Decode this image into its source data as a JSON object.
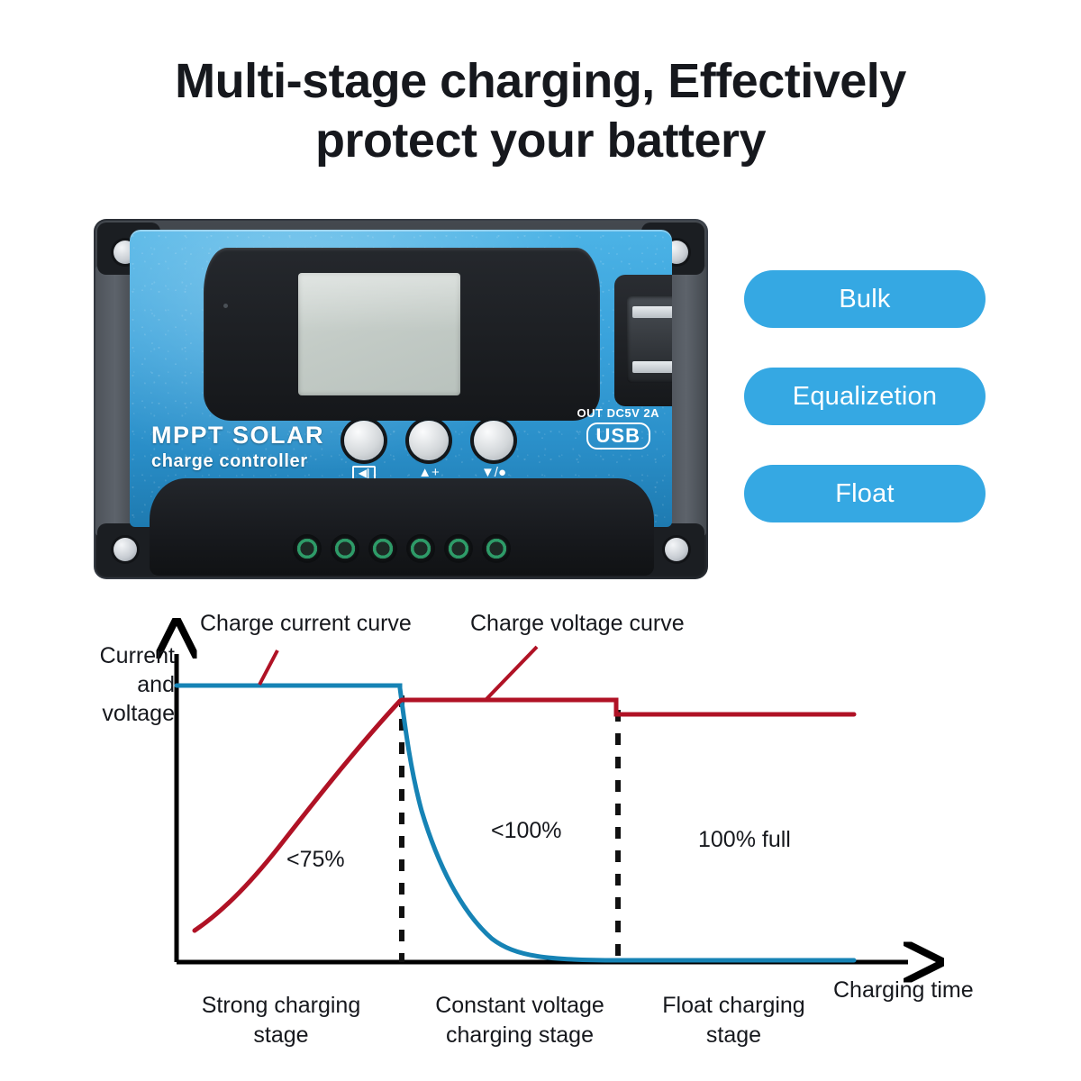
{
  "title": {
    "line1": "Multi-stage charging, Effectively",
    "line2": "protect your battery"
  },
  "product": {
    "brand_line1": "MPPT SOLAR",
    "brand_line2": "charge controller",
    "usb_rating": "OUT DC5V 2A",
    "usb_logo": "USB",
    "buttons": [
      {
        "name": "mode-button",
        "symbol": "▶|"
      },
      {
        "name": "up-button",
        "symbol": "▲₊"
      },
      {
        "name": "down-button",
        "symbol": "▼/①"
      }
    ],
    "led_count": 6
  },
  "stage_pills": {
    "color": "#35a8e3",
    "items": [
      {
        "label": "Bulk"
      },
      {
        "label": "Equalizetion"
      },
      {
        "label": "Float"
      }
    ]
  },
  "chart_data": {
    "type": "line",
    "title": "",
    "xlabel": "Charging time",
    "ylabel": "Current and voltage",
    "ylabel_lines": [
      "Current",
      "and",
      "voltage"
    ],
    "grid": false,
    "legend_position": "above-plot",
    "colors": {
      "current": "#1683b5",
      "voltage": "#b01225",
      "axis": "#000000",
      "divider": "#111111"
    },
    "series": [
      {
        "name": "Charge current curve",
        "color": "#1683b5",
        "description": "Constant high current during bulk stage, exponential decay through constant-voltage stage, flat low value during float stage",
        "points": [
          {
            "x": 0.0,
            "y": 0.88
          },
          {
            "x": 0.31,
            "y": 0.88
          },
          {
            "x": 0.32,
            "y": 0.82
          },
          {
            "x": 0.36,
            "y": 0.6
          },
          {
            "x": 0.44,
            "y": 0.4
          },
          {
            "x": 0.55,
            "y": 0.24
          },
          {
            "x": 0.68,
            "y": 0.12
          },
          {
            "x": 0.78,
            "y": 0.06
          },
          {
            "x": 0.86,
            "y": 0.04
          },
          {
            "x": 1.0,
            "y": 0.04
          }
        ]
      },
      {
        "name": "Charge voltage curve",
        "color": "#b01225",
        "description": "Rising from low value during bulk stage, plateau at absorption voltage, step down to float voltage",
        "points": [
          {
            "x": 0.03,
            "y": 0.09
          },
          {
            "x": 0.12,
            "y": 0.36
          },
          {
            "x": 0.22,
            "y": 0.58
          },
          {
            "x": 0.31,
            "y": 0.82
          },
          {
            "x": 0.32,
            "y": 0.83
          },
          {
            "x": 0.6,
            "y": 0.83
          },
          {
            "x": 0.61,
            "y": 0.77
          },
          {
            "x": 1.0,
            "y": 0.77
          }
        ]
      }
    ],
    "annotations": [
      {
        "text": "<75%",
        "region": "bulk"
      },
      {
        "text": "<100%",
        "region": "constant-voltage"
      },
      {
        "text": "100% full",
        "region": "float"
      }
    ],
    "stage_labels": [
      {
        "line1": "Strong charging",
        "line2": "stage"
      },
      {
        "line1": "Constant voltage",
        "line2": "charging stage"
      },
      {
        "line1": "Float charging",
        "line2": "stage"
      }
    ],
    "dividers": [
      {
        "label": "bulk-to-absorption",
        "x": 0.31
      },
      {
        "label": "absorption-to-float",
        "x": 0.61
      }
    ]
  }
}
